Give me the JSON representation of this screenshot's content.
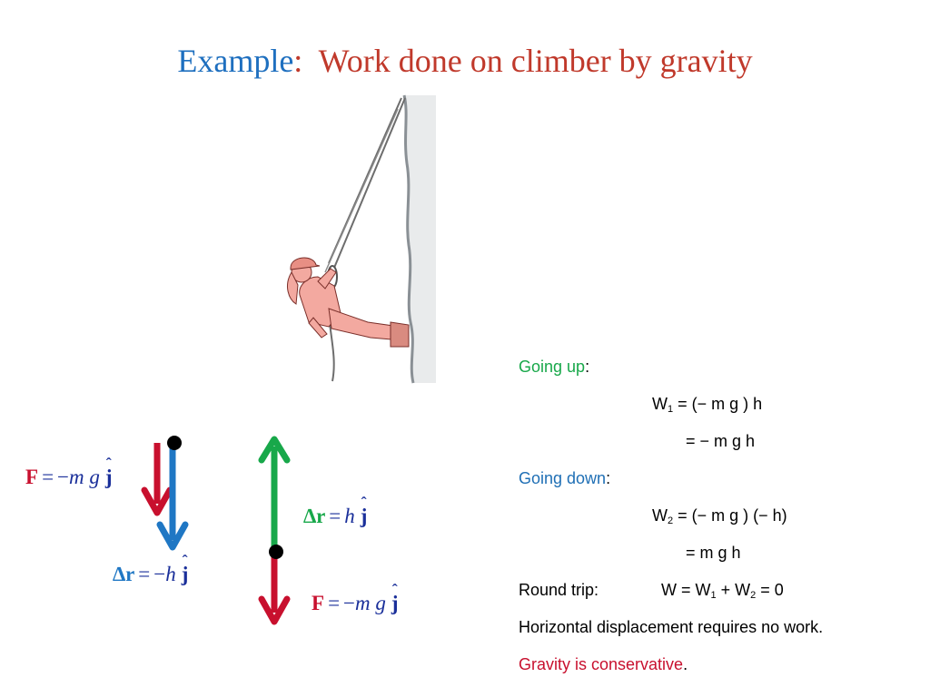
{
  "title": {
    "part1": "Example",
    "colon": ":",
    "part2": "Work done on climber by gravity",
    "color1": "#1e6fbf",
    "color2": "#c0392b"
  },
  "equations": {
    "force_left": {
      "vec": "F",
      "eq": "=",
      "rhs_minus": "−",
      "m": "m",
      "g": "g",
      "unit": "j",
      "hat": "ˆ"
    },
    "disp_down": {
      "vec": "∆r",
      "eq": "=",
      "rhs_minus": "−",
      "h": "h",
      "unit": "j",
      "hat": "ˆ"
    },
    "disp_up": {
      "vec": "∆r",
      "eq": "=",
      "h": "h",
      "unit": "j",
      "hat": "ˆ"
    },
    "force_right": {
      "vec": "F",
      "eq": "=",
      "rhs_minus": "−",
      "m": "m",
      "g": "g",
      "unit": "j",
      "hat": "ˆ"
    }
  },
  "colors": {
    "force": "#c8102e",
    "disp_down": "#1f77c4",
    "disp_up": "#18a84a",
    "math_blue": "#1a2f9a",
    "going_up": "#18a84a",
    "going_down": "#1f6fb5",
    "conservative": "#c8102e"
  },
  "text": {
    "going_up_label": "Going up",
    "going_up_colon": ":",
    "w1_a": "W",
    "w1_sub": "1",
    "w1_b": " = (− m g ) h",
    "w1_res": "= − m g h",
    "going_down_label": "Going down",
    "going_down_colon": ":",
    "w2_a": "W",
    "w2_sub": "2",
    "w2_b": " = (− m g ) (− h)",
    "w2_res": "= m g h",
    "round_trip_label": "Round trip:",
    "rt_a": "W = W",
    "rt_sub1": "1",
    "rt_b": " + W",
    "rt_sub2": "2",
    "rt_c": " = 0",
    "horizontal": "Horizontal displacement requires no work.",
    "conservative_label": "Gravity is conservative",
    "conservative_period": "."
  }
}
